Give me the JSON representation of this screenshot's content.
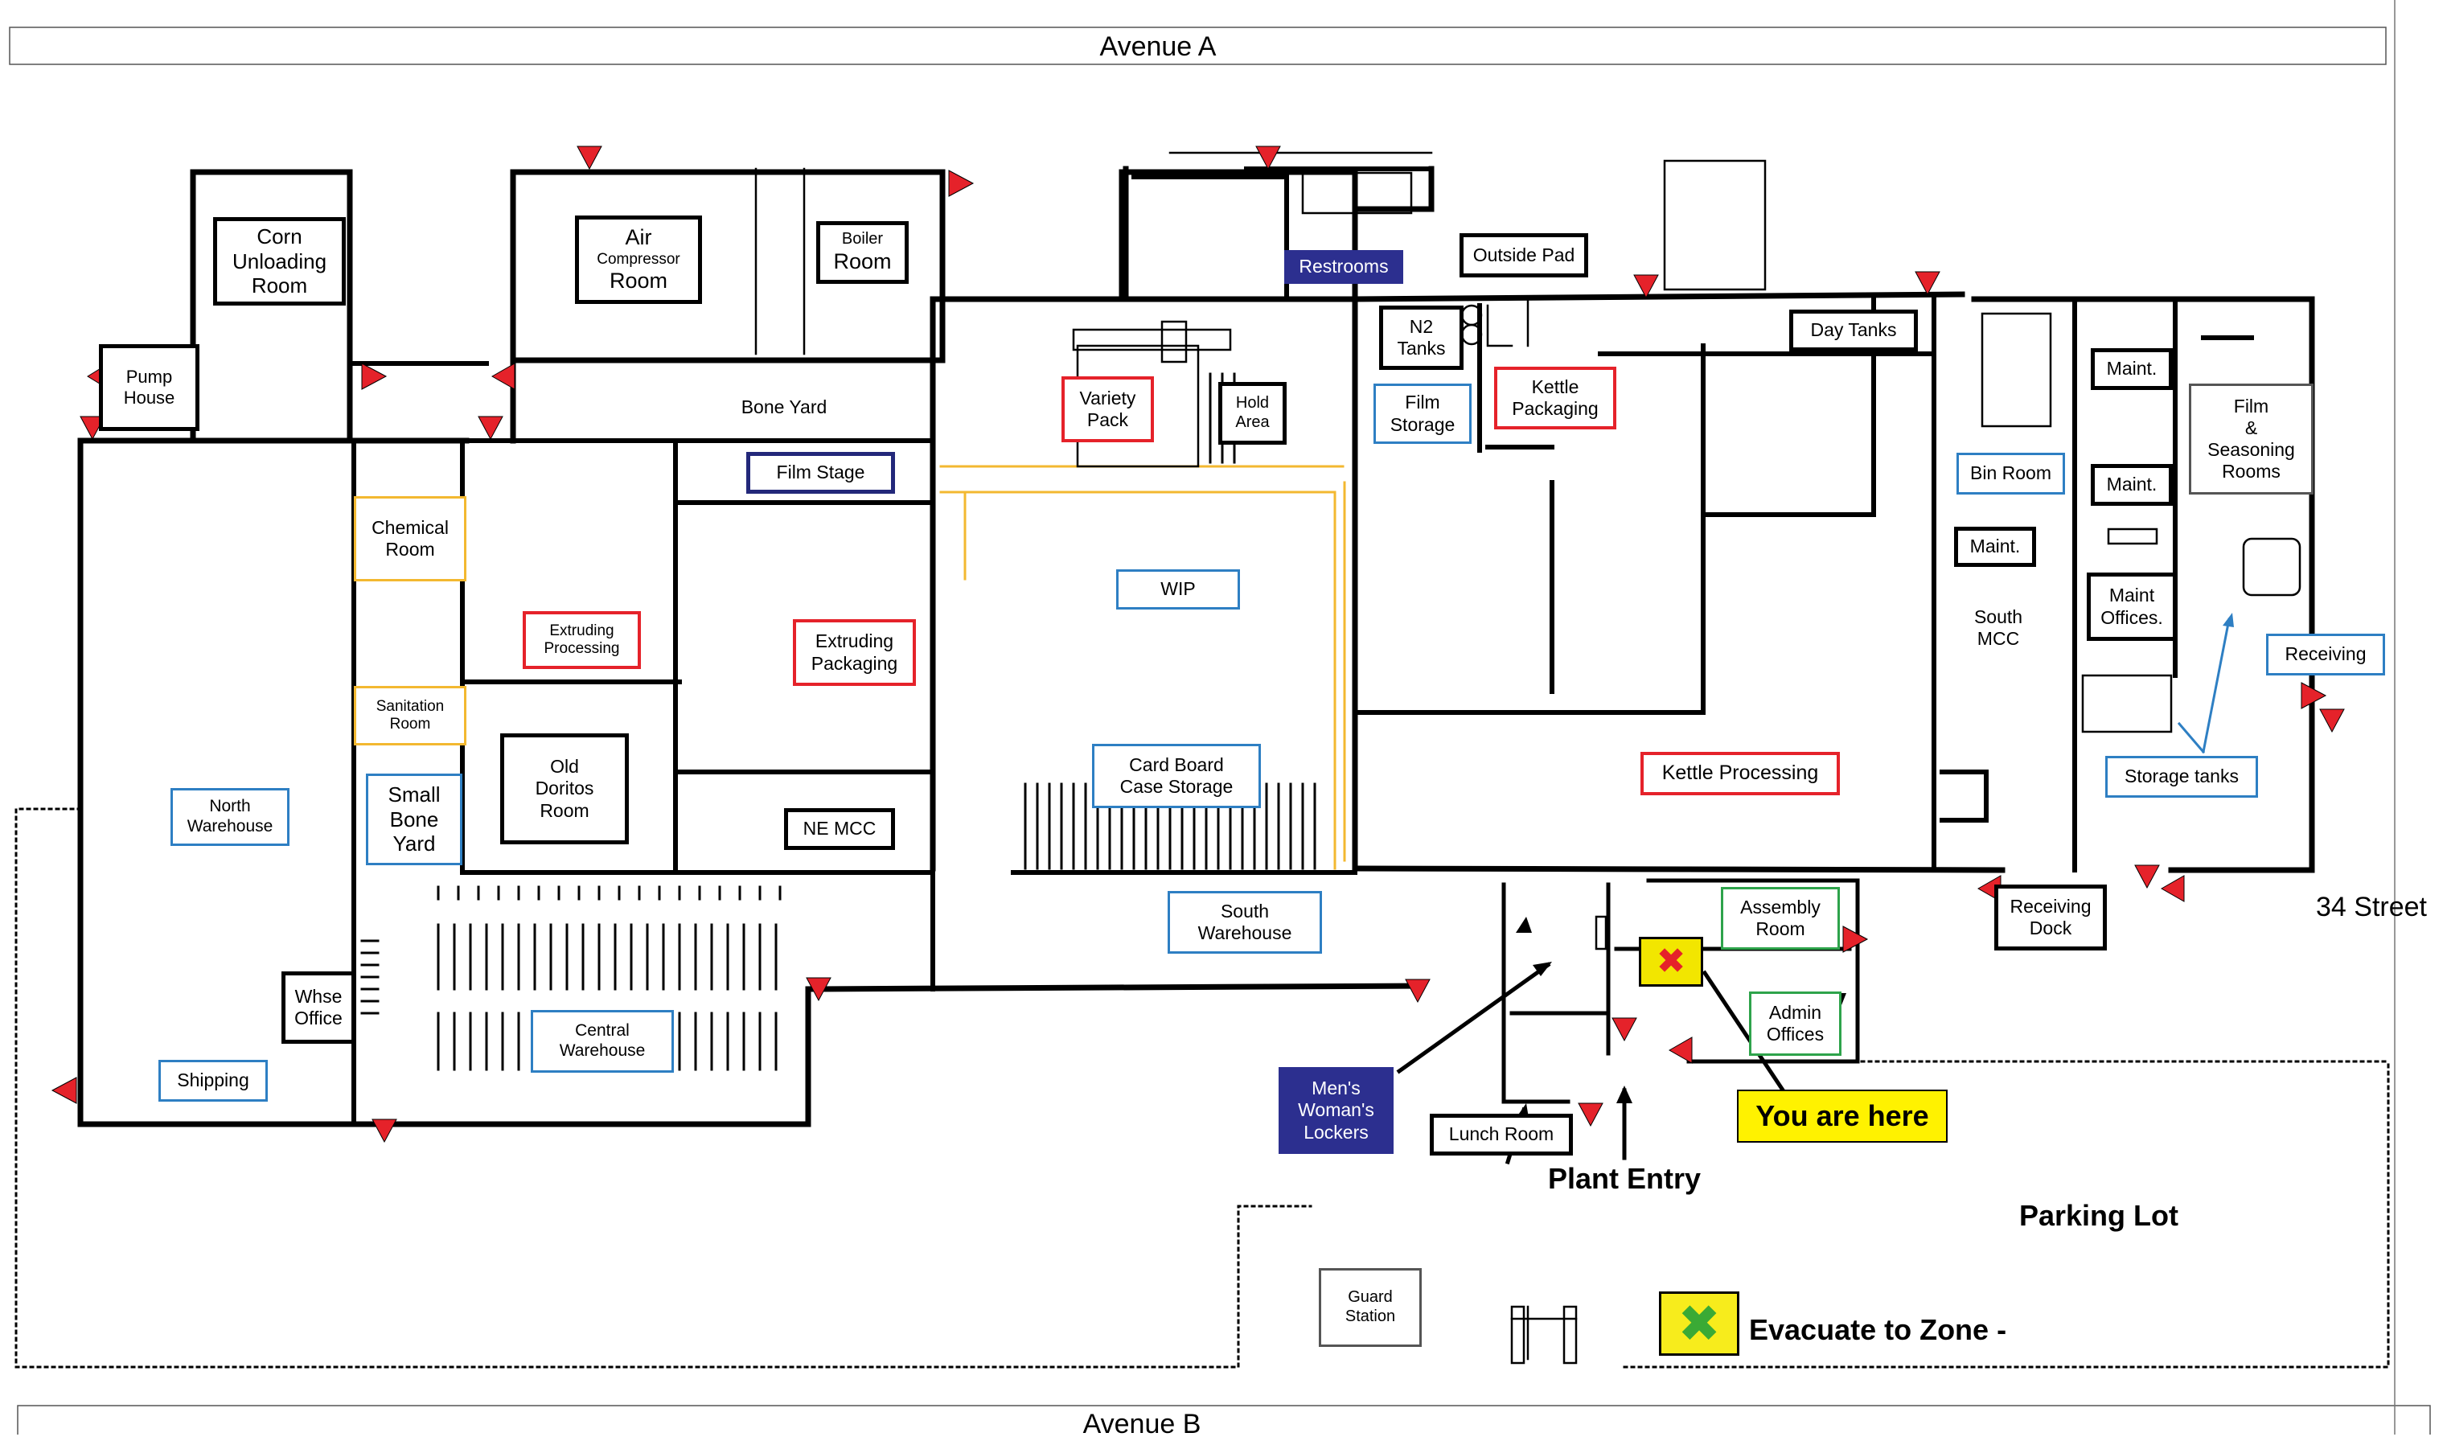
{
  "map": {
    "streets": {
      "top": "Avenue A",
      "bottom": "Avenue B",
      "right": "34 Street"
    },
    "rooms": {
      "corn_unloading": "Corn\nUnloading\nRoom",
      "air_compressor_1": "Air",
      "air_compressor_2": "Compressor",
      "air_compressor_3": "Room",
      "boiler_1": "Boiler",
      "boiler_2": "Room",
      "pump_house": "Pump\nHouse",
      "bone_yard": "Bone Yard",
      "restrooms": "Restrooms",
      "outside_pad": "Outside Pad",
      "variety_pack": "Variety\nPack",
      "hold_area": "Hold\nArea",
      "n2_tanks": "N2\nTanks",
      "kettle_packaging": "Kettle\nPackaging",
      "day_tanks": "Day Tanks",
      "film_storage": "Film\nStorage",
      "film_stage": "Film Stage",
      "chemical_room": "Chemical\nRoom",
      "extruding_processing": "Extruding\nProcessing",
      "extruding_packaging": "Extruding\nPackaging",
      "wip": "WIP",
      "sanitation_room": "Sanitation\nRoom",
      "old_doritos": "Old\nDoritos\nRoom",
      "card_board": "Card Board\nCase Storage",
      "ne_mcc": "NE MCC",
      "north_warehouse": "North\nWarehouse",
      "small_bone_yard": "Small\nBone\nYard",
      "kettle_processing": "Kettle Processing",
      "south_warehouse": "South\nWarehouse",
      "whse_office": "Whse\nOffice",
      "central_warehouse": "Central\nWarehouse",
      "shipping": "Shipping",
      "maint_1": "Maint.",
      "maint_2": "Maint.",
      "maint_3": "Maint.",
      "bin_room": "Bin Room",
      "film_seasoning": "Film\n&\nSeasoning\nRooms",
      "south_mcc": "South\nMCC",
      "maint_offices": "Maint\nOffices.",
      "receiving": "Receiving",
      "storage_tanks": "Storage tanks",
      "receiving_dock": "Receiving\nDock",
      "assembly_room": "Assembly\nRoom",
      "admin_offices": "Admin\nOffices",
      "lockers": "Men's\nWoman's\nLockers",
      "lunch_room": "Lunch Room",
      "guard_station": "Guard\nStation"
    },
    "callouts": {
      "you_are_here": "You are here",
      "plant_entry": "Plant Entry",
      "parking_lot": "Parking Lot",
      "evacuate": "Evacuate to Zone -"
    },
    "colors": {
      "exit_arrow": "#e5222a",
      "you_are_here_bg": "#fff200",
      "evacuate_bg": "#f7ec1c",
      "evacuate_x": "#3aaa35",
      "navy_label": "#2c2f8f",
      "red_label": "#e5222a",
      "blue_label": "#2e7fc3",
      "orange_label": "#f3b830",
      "green_label": "#2ea34b"
    }
  }
}
